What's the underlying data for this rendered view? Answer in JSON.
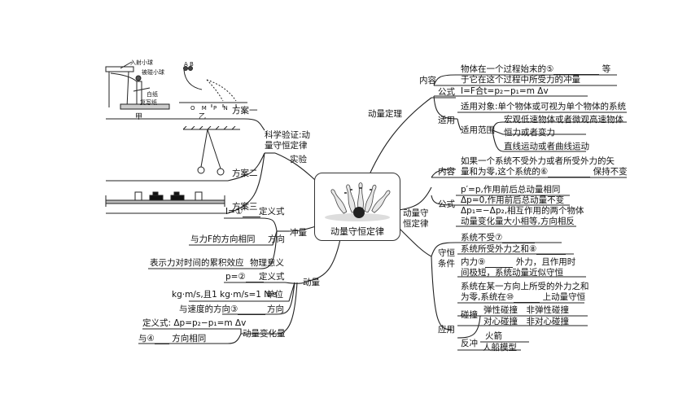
{
  "center": {
    "title": "动量守恒定律"
  },
  "left": {
    "experiment": "实验",
    "verify_l1": "科学验证:动",
    "verify_l2": "量守恒定律",
    "plan1": "方案一",
    "plan2": "方案二",
    "plan3": "方案三",
    "fig1": {
      "ball_in": "入射小球",
      "ball_hit": "被碰小球",
      "white": "白纸",
      "carbon": "复写纸",
      "jia": "甲",
      "yi": "乙",
      "pts": "O M P N",
      "ab": "A B"
    },
    "impulse": {
      "label": "冲量",
      "def_a": "I=①",
      "def_b": "定义式",
      "dir_a": "与力F的方向相同",
      "dir_b": "方向",
      "phys_a": "表示力对时间的累积效应",
      "phys_b": "物理意义"
    },
    "momentum": {
      "label": "动量",
      "def_a": "p=②",
      "def_b": "定义式",
      "unit_a": "kg·m/s,且1 kg·m/s=1 N·s",
      "unit_b": "单位",
      "dir_a": "与速度的方向③",
      "dir_b": "方向",
      "change_label": "动量变化量",
      "change_def": "定义式: Δp=p₂−p₁=m Δv",
      "change_dir_a": "与④",
      "change_dir_b": "方向相同"
    }
  },
  "right": {
    "theorem": {
      "label": "动量定理",
      "content_label": "内容",
      "content_1a": "物体在一个过程始末的⑤",
      "content_1b": "等",
      "content_2": "于它在这个过程中所受力的冲量",
      "formula_label": "公式",
      "formula": "I=F合t=p₂−p₁=m Δv",
      "apply_label": "适用",
      "apply_obj": "适用对象:单个物体或可视为单个物体的系统",
      "range_label": "适用范围",
      "range_1": "宏观低速物体或者微观高速物体",
      "range_2": "恒力或者变力",
      "range_3": "直线运动或者曲线运动"
    },
    "conservation": {
      "label_l1": "动量守",
      "label_l2": "恒定律",
      "content_label": "内容",
      "content_1": "如果一个系统不受外力或者所受外力的矢",
      "content_2a": "量和为零,这个系统的⑥",
      "content_2b": "保持不变",
      "formula_label": "公式",
      "f1": "p′=p,作用前后总动量相同",
      "f2": "Δp=0,作用前后总动量不变",
      "f3": "Δp₁=−Δp₂,相互作用的两个物体",
      "f4": "动量变化量大小相等,方向相反",
      "cond_l1": "守恒",
      "cond_l2": "条件",
      "c1": "系统不受⑦",
      "c2": "系统所受外力之和⑧",
      "c3a": "内力⑨",
      "c3b": "外力，且作用时",
      "c4": "间极短，系统动量近似守恒",
      "c5": "系统在某一方向上所受的外力之和",
      "c6a": "为零,系统在⑩",
      "c6b": "上动量守恒",
      "app_label": "应用",
      "collision": "碰撞",
      "col_1": "弹性碰撞　非弹性碰撞",
      "col_2": "对心碰撞　非对心碰撞",
      "recoil": "反冲",
      "rec_1": "火箭",
      "rec_2": "人船模型"
    }
  }
}
